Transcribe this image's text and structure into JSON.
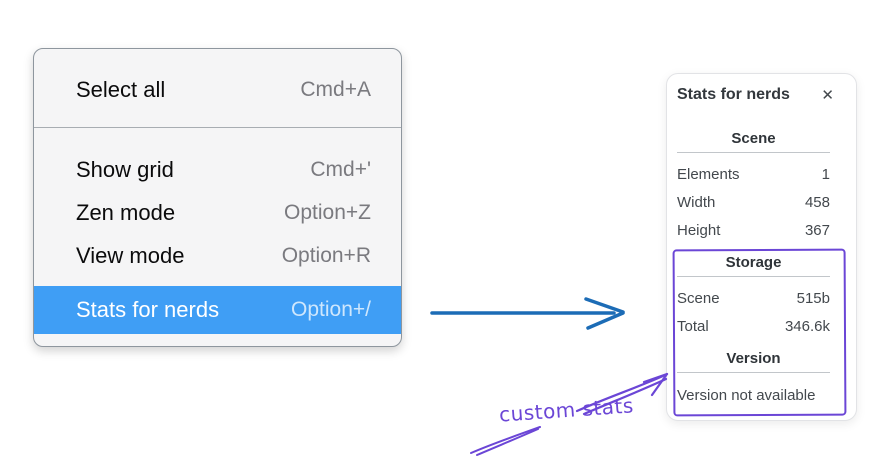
{
  "menu": {
    "items": [
      {
        "label": "Select all",
        "shortcut": "Cmd+A",
        "selected": false
      },
      {
        "label": "Show grid",
        "shortcut": "Cmd+'",
        "selected": false
      },
      {
        "label": "Zen mode",
        "shortcut": "Option+Z",
        "selected": false
      },
      {
        "label": "View mode",
        "shortcut": "Option+R",
        "selected": false
      },
      {
        "label": "Stats for nerds",
        "shortcut": "Option+/",
        "selected": true
      }
    ]
  },
  "stats_panel": {
    "title": "Stats for nerds",
    "close_glyph": "✕",
    "sections": [
      {
        "title": "Scene",
        "rows": [
          {
            "label": "Elements",
            "value": "1"
          },
          {
            "label": "Width",
            "value": "458"
          },
          {
            "label": "Height",
            "value": "367"
          }
        ]
      },
      {
        "title": "Storage",
        "rows": [
          {
            "label": "Scene",
            "value": "515b"
          },
          {
            "label": "Total",
            "value": "346.6k"
          }
        ]
      },
      {
        "title": "Version",
        "rows": [],
        "note": "Version not available"
      }
    ]
  },
  "annotation": {
    "label": "custom stats"
  },
  "colors": {
    "menu_highlight": "#3f9ef5",
    "flow_arrow_blue": "#1c6cb6",
    "annotation_purple": "#6b46d6"
  }
}
